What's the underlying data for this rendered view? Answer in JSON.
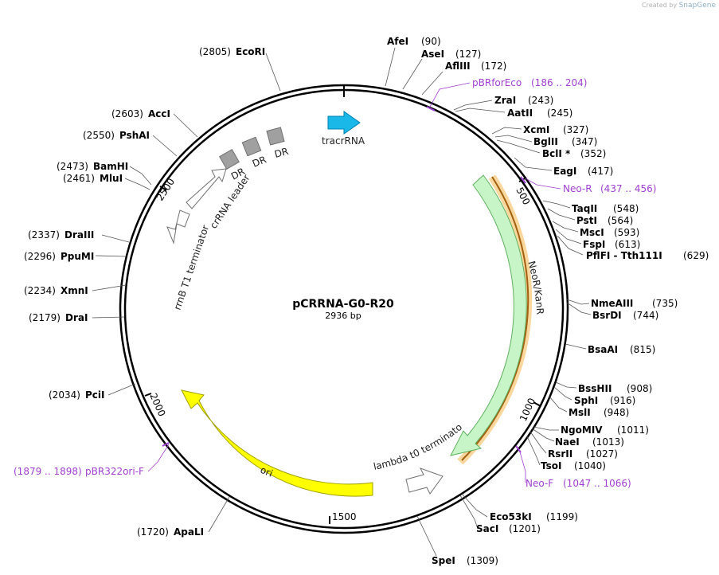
{
  "brand": {
    "prefix": "Created by",
    "name": "SnapGene"
  },
  "plasmid": {
    "name": "pCRRNA-G0-R20",
    "length_label": "2936 bp",
    "length": 2936
  },
  "ticks": [
    "500",
    "1000",
    "1500",
    "2000",
    "2500"
  ],
  "sites": [
    {
      "name": "AfeI",
      "pos": "(90)"
    },
    {
      "name": "AseI",
      "pos": "(127)"
    },
    {
      "name": "AflIII",
      "pos": "(172)"
    },
    {
      "name": "ZraI",
      "pos": "(243)"
    },
    {
      "name": "AatII",
      "pos": "(245)"
    },
    {
      "name": "XcmI",
      "pos": "(327)"
    },
    {
      "name": "BglII",
      "pos": "(347)"
    },
    {
      "name": "BclI *",
      "pos": "(352)"
    },
    {
      "name": "EagI",
      "pos": "(417)"
    },
    {
      "name": "TaqII",
      "pos": "(548)"
    },
    {
      "name": "PstI",
      "pos": "(564)"
    },
    {
      "name": "MscI",
      "pos": "(593)"
    },
    {
      "name": "FspI",
      "pos": "(613)"
    },
    {
      "name": "PflFI - Tth111I",
      "pos": "(629)"
    },
    {
      "name": "NmeAIII",
      "pos": "(735)"
    },
    {
      "name": "BsrDI",
      "pos": "(744)"
    },
    {
      "name": "BsaAI",
      "pos": "(815)"
    },
    {
      "name": "BssHII",
      "pos": "(908)"
    },
    {
      "name": "SphI",
      "pos": "(916)"
    },
    {
      "name": "MslI",
      "pos": "(948)"
    },
    {
      "name": "NgoMIV",
      "pos": "(1011)"
    },
    {
      "name": "NaeI",
      "pos": "(1013)"
    },
    {
      "name": "RsrII",
      "pos": "(1027)"
    },
    {
      "name": "TsoI",
      "pos": "(1040)"
    },
    {
      "name": "Eco53kI",
      "pos": "(1199)"
    },
    {
      "name": "SacI",
      "pos": "(1201)"
    },
    {
      "name": "SpeI",
      "pos": "(1309)"
    },
    {
      "name": "ApaLI",
      "pos": "(1720)"
    },
    {
      "name": "PciI",
      "pos": "(2034)"
    },
    {
      "name": "DraI",
      "pos": "(2179)"
    },
    {
      "name": "XmnI",
      "pos": "(2234)"
    },
    {
      "name": "PpuMI",
      "pos": "(2296)"
    },
    {
      "name": "DraIII",
      "pos": "(2337)"
    },
    {
      "name": "MluI",
      "pos": "(2461)"
    },
    {
      "name": "BamHI",
      "pos": "(2473)"
    },
    {
      "name": "PshAI",
      "pos": "(2550)"
    },
    {
      "name": "AccI",
      "pos": "(2603)"
    },
    {
      "name": "EcoRI",
      "pos": "(2805)"
    }
  ],
  "primers": [
    {
      "name": "pBRforEco",
      "range": "(186 .. 204)"
    },
    {
      "name": "Neo-R",
      "range": "(437 .. 456)"
    },
    {
      "name": "Neo-F",
      "range": "(1047 .. 1066)"
    },
    {
      "name": "pBR322ori-F",
      "range": "(1879 .. 1898)"
    }
  ],
  "features": {
    "tracrrna": "tracrRNA",
    "neor": "NeoR/KanR",
    "lambda": "lambda t0 terminator",
    "ori": "ori",
    "rrnb": "rrnB T1 terminator",
    "crrna": "crRNA leader",
    "dr1": "DR",
    "dr2": "DR",
    "dr3": "DR"
  },
  "colors": {
    "tracrrna": "#1ab8e8",
    "neor": "#c8f5c8",
    "ori": "#ffff00",
    "primer": "#a040d0",
    "highlight": "#f5a623",
    "dr": "#a0a0a0"
  }
}
